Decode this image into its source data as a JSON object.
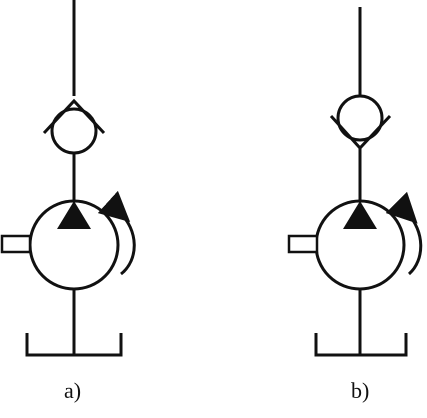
{
  "diagram": {
    "colors": {
      "stroke": "#111111",
      "fill": "#111111",
      "background": "#ffffff"
    },
    "panels": [
      {
        "caption": "a)",
        "components": [
          "pump-symbol",
          "check-valve",
          "rotation-arrow",
          "shaft",
          "reservoir"
        ]
      },
      {
        "caption": "b)",
        "components": [
          "pump-symbol",
          "check-valve",
          "rotation-arrow",
          "shaft",
          "reservoir"
        ]
      }
    ]
  }
}
